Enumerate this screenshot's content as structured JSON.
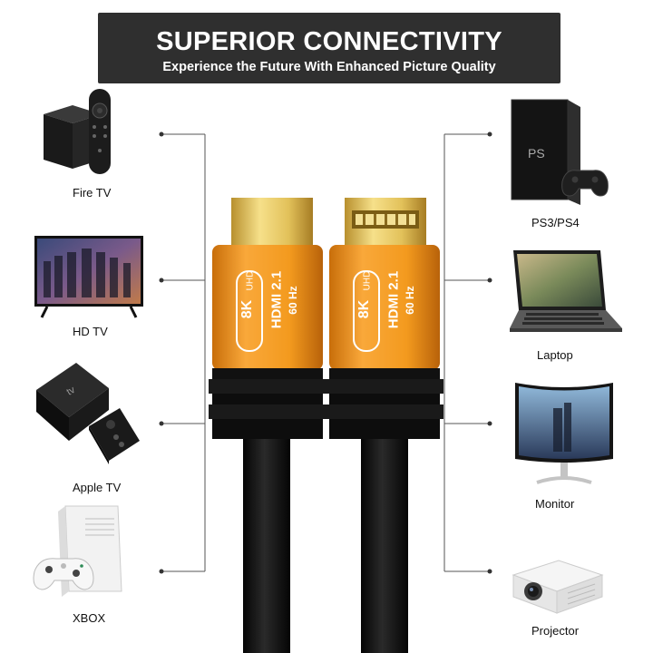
{
  "banner": {
    "title": "SUPERIOR CONNECTIVITY",
    "subtitle": "Experience the Future With Enhanced Picture Quality"
  },
  "left_devices": [
    {
      "label": "Fire TV",
      "icon": "fire-tv-icon"
    },
    {
      "label": "HD TV",
      "icon": "hd-tv-icon"
    },
    {
      "label": "Apple TV",
      "icon": "apple-tv-icon"
    },
    {
      "label": "XBOX",
      "icon": "xbox-icon"
    }
  ],
  "right_devices": [
    {
      "label": "PS3/PS4",
      "icon": "playstation-icon"
    },
    {
      "label": "Laptop",
      "icon": "laptop-icon"
    },
    {
      "label": "Monitor",
      "icon": "monitor-icon"
    },
    {
      "label": "Projector",
      "icon": "projector-icon"
    }
  ],
  "cable": {
    "badge_8k": "8K",
    "badge_uhd": "UHD",
    "brand": "HDMI",
    "version": "2.1",
    "refresh": "60 Hz",
    "color_housing": "#f39a1e",
    "color_gold": "#e2c15a"
  }
}
